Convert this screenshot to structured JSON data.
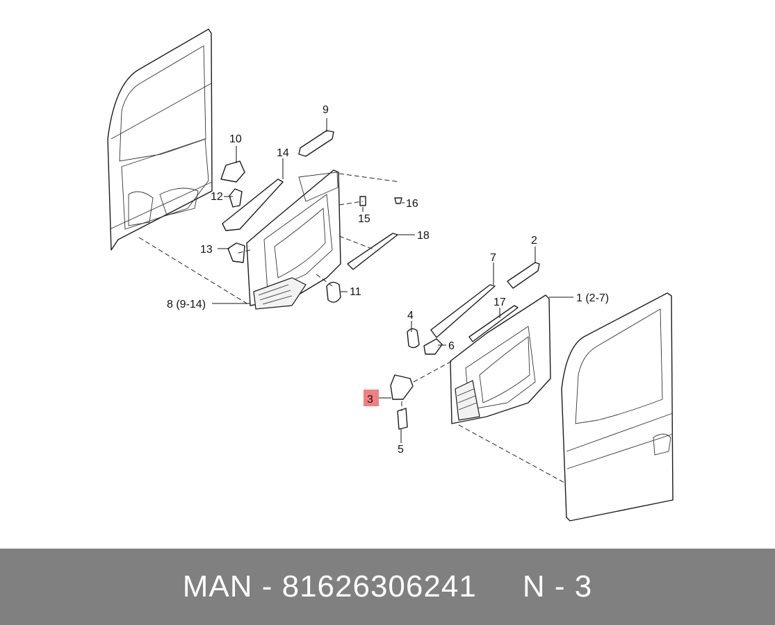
{
  "callouts": {
    "c1": "1 (2-7)",
    "c2": "2",
    "c3": "3",
    "c4": "4",
    "c5": "5",
    "c6": "6",
    "c7": "7",
    "c8": "8 (9-14)",
    "c9": "9",
    "c10": "10",
    "c11": "11",
    "c12": "12",
    "c13": "13",
    "c14": "14",
    "c15": "15",
    "c16": "16",
    "c17": "17",
    "c18": "18"
  },
  "highlight_color": "#f08080",
  "footer": {
    "text": "MAN - 81626306241     N - 3",
    "background": "#808080"
  }
}
